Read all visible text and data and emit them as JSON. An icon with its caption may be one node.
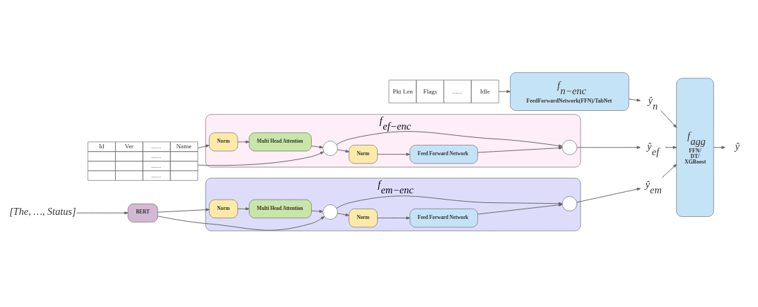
{
  "diagram": {
    "nodes": [
      {
        "text": [
          "Pkt Len",
          "Flags",
          "......",
          "Idle"
        ]
      },
      {
        "text": [
          "f$_{n−enc}$",
          "FeedForwardNetwork(FFN)/TabNet"
        ]
      },
      {
        "text": [
          "ŷ$_{n}$"
        ]
      },
      {
        "text": [
          "f$_{agg}$",
          "FFN/ DT/ XGBoost"
        ]
      },
      {
        "text": [
          "Id",
          "Ver",
          "......",
          "Name",
          "......",
          "......",
          "......"
        ]
      },
      {
        "text": [
          "f$_{ef−enc}$"
        ]
      },
      {
        "text": [
          "Norm"
        ],
        "in": 5
      },
      {
        "text": [
          "Multi Head Attention"
        ],
        "in": 5
      },
      {
        "text": [],
        "shape": "circle",
        "in": 5
      },
      {
        "text": [
          "Norm"
        ],
        "in": 5
      },
      {
        "text": [
          "Feed Forward Network"
        ],
        "in": 5
      },
      {
        "text": [],
        "shape": "circle",
        "in": 5
      },
      {
        "text": [
          "ŷ$_{ef}$"
        ]
      },
      {
        "text": [
          "ŷ"
        ]
      },
      {
        "text": [
          "[The, …, Status]"
        ]
      },
      {
        "text": [
          "BERT"
        ]
      },
      {
        "text": [
          "f$_{em−enc}$"
        ]
      },
      {
        "text": [
          "Norm"
        ],
        "in": 16
      },
      {
        "text": [
          "Multi Head Attention"
        ],
        "in": 16
      },
      {
        "text": [],
        "shape": "circle",
        "in": 16
      },
      {
        "text": [
          "Norm"
        ],
        "in": 16
      },
      {
        "text": [
          "Feed Forward Network"
        ],
        "in": 16
      },
      {
        "text": [],
        "shape": "circle",
        "in": 16
      },
      {
        "text": [
          "ŷ$_{em}$"
        ]
      }
    ],
    "edges": [
      {
        "from": 0,
        "to": 1,
        "arrow": "to"
      },
      {
        "from": 1,
        "to": 2,
        "arrow": "to"
      },
      {
        "from": 2,
        "to": 3,
        "arrow": "to"
      },
      {
        "from": 4,
        "to": 6,
        "arrow": "to"
      },
      {
        "from": 6,
        "to": 7,
        "arrow": "to"
      },
      {
        "from": 4,
        "to": 8,
        "arrow": "to"
      },
      {
        "from": 7,
        "to": 8,
        "arrow": "to"
      },
      {
        "from": 8,
        "to": 9,
        "arrow": "to"
      },
      {
        "from": 9,
        "to": 10,
        "arrow": "to"
      },
      {
        "from": 10,
        "to": 11,
        "arrow": "to"
      },
      {
        "from": 8,
        "to": 11,
        "arrow": "to"
      },
      {
        "from": 11,
        "to": 12,
        "arrow": "to"
      },
      {
        "from": 12,
        "to": 3,
        "arrow": "to"
      },
      {
        "from": 3,
        "to": 13,
        "arrow": "to"
      },
      {
        "from": 14,
        "to": 15,
        "arrow": "to"
      },
      {
        "from": 15,
        "to": 17,
        "arrow": "to"
      },
      {
        "from": 15,
        "to": 19,
        "arrow": "to"
      },
      {
        "from": 17,
        "to": 18,
        "arrow": "to"
      },
      {
        "from": 18,
        "to": 19,
        "arrow": "to"
      },
      {
        "from": 19,
        "to": 20,
        "arrow": "to"
      },
      {
        "from": 20,
        "to": 21,
        "arrow": "to"
      },
      {
        "from": 21,
        "to": 22,
        "arrow": "to"
      },
      {
        "from": 19,
        "to": 22,
        "arrow": "to"
      },
      {
        "from": 22,
        "to": 23,
        "arrow": "to"
      },
      {
        "from": 23,
        "to": 3,
        "arrow": "to"
      }
    ]
  }
}
